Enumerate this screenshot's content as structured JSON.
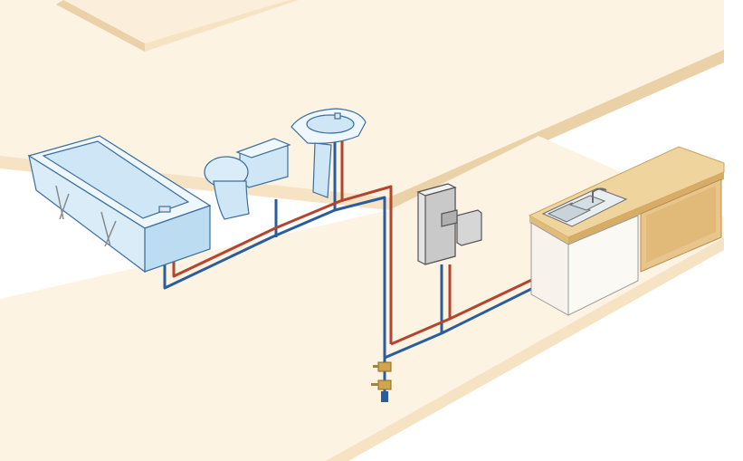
{
  "diagram": {
    "subject": "plumbing-water-supply",
    "colors": {
      "background": "#ffffff",
      "floor_top": "#fdf3e3",
      "floor_edge": "#f6e3c3",
      "floor_shadow": "#ead1a8",
      "hot_pipe": "#b5442f",
      "cold_pipe": "#2a5d9d",
      "fixture_fill": "#cfe6f6",
      "fixture_light": "#eef7fd",
      "fixture_stroke": "#3d6f9c",
      "heater_fill": "#e4e4e4",
      "heater_stroke": "#555555",
      "worktop": "#efd49e",
      "cabinet_front": "#e8c58d",
      "valve": "#cfa64e"
    },
    "fixtures": [
      {
        "name": "bathtub",
        "icon": "bathtub-icon"
      },
      {
        "name": "toilet",
        "icon": "toilet-icon"
      },
      {
        "name": "washbasin",
        "icon": "washbasin-icon"
      },
      {
        "name": "water-heater",
        "icon": "water-heater-icon"
      },
      {
        "name": "kitchen-sink",
        "icon": "kitchen-sink-icon"
      },
      {
        "name": "main-supply-valve",
        "icon": "valve-icon"
      }
    ],
    "pipes": [
      {
        "name": "hot-water-pipe",
        "type": "hot"
      },
      {
        "name": "cold-water-pipe",
        "type": "cold"
      }
    ]
  }
}
